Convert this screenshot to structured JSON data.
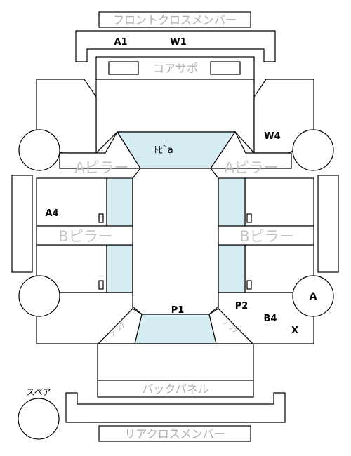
{
  "panels": {
    "front_cross_member": "フロントクロスメンバー",
    "core_support": "コアサポ",
    "a_pillar": "Aピラー",
    "b_pillar": "Bピラー",
    "back_panel": "バックパネル",
    "rear_cross_member": "リアクロスメンバー",
    "door_label": "ﾄﾋﾞa",
    "spare_label": "スペア",
    "trunk_hinge_left": "ｼﾞﾝｸﾞ",
    "trunk_hinge_right": "ｼﾞﾝｸﾞ"
  },
  "marks": {
    "a1": "A1",
    "w1": "W1",
    "w4": "W4",
    "a4": "A4",
    "p1": "P1",
    "p2": "P2",
    "b4": "B4",
    "x": "X",
    "a_circle": "A"
  },
  "colors": {
    "glass": "#d6ecf3",
    "outline": "#000000",
    "label_gray": "#b0b0b0"
  }
}
